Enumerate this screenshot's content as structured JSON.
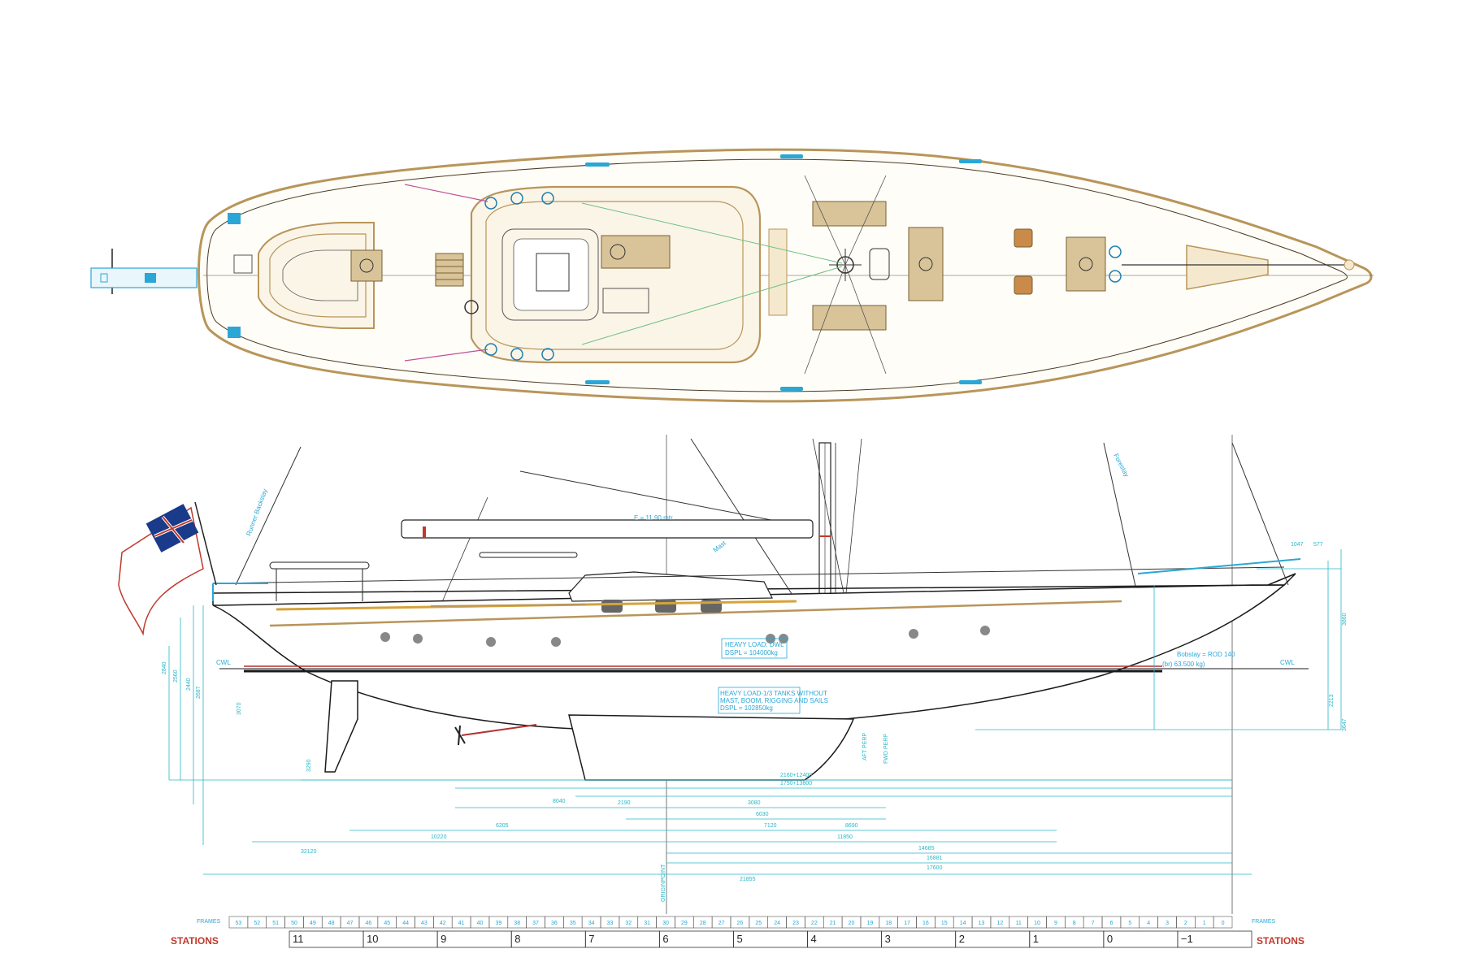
{
  "colors": {
    "hull_line": "#1a1a1a",
    "deck_trim": "#b8955a",
    "dimension": "#27b8c8",
    "annotation": "#2aa7d6",
    "station_label": "#c0392b",
    "waterline_red": "#b33030",
    "flag_red": "#c0392b",
    "flag_blue": "#1a3a8a"
  },
  "plan_view": {
    "deck_hardware_icons": [
      "winch-icon",
      "hatch-icon",
      "cleat-icon",
      "windlass-icon"
    ]
  },
  "profile_view": {
    "boom_label": "E = 11.90 mtr.",
    "cwl_left": "CWL",
    "cwl_right": "CWL",
    "inner_forestay": "Bobstay = ROD 140",
    "forestay_load": "(br) 63.500 kg)",
    "heavy_load_1a": "HEAVY LOAD: DWL",
    "heavy_load_1b": "DSPL = 104000kg",
    "heavy_load_2a": "HEAVY LOAD-1/3 TANKS WITHOUT",
    "heavy_load_2b": "MAST, BOOM, RIGGING AND SAILS",
    "heavy_load_2c": "DSPL = 102850kg",
    "backstay_label": "Runner Backstay",
    "forestay_label": "Forestay",
    "mast_label": "Mast",
    "dims_right": [
      "1047",
      "577"
    ],
    "dims_bottom": [
      "2190",
      "3080",
      "6030",
      "7120",
      "8690",
      "11850",
      "14685",
      "16881",
      "17600",
      "21855",
      "32120",
      "2160+12400",
      "1750+13800",
      "8040",
      "6205",
      "10220"
    ],
    "dims_left_vertical": [
      "2840",
      "2560",
      "2440",
      "2687",
      "3070",
      "3290"
    ],
    "dims_right_vertical": [
      "2213",
      "3860",
      "3647"
    ],
    "origin_label": "ORIGINPOINT",
    "aft_perp_label": "AFT PERP",
    "fwd_perp_label": "FWD PERP"
  },
  "scale": {
    "frames_left": "FRAMES",
    "frames_right": "FRAMES",
    "stations_left": "STATIONS",
    "stations_right": "STATIONS",
    "frames": [
      "53",
      "52",
      "51",
      "50",
      "49",
      "48",
      "47",
      "46",
      "45",
      "44",
      "43",
      "42",
      "41",
      "40",
      "39",
      "38",
      "37",
      "36",
      "35",
      "34",
      "33",
      "32",
      "31",
      "30",
      "29",
      "28",
      "27",
      "26",
      "25",
      "24",
      "23",
      "22",
      "21",
      "20",
      "19",
      "18",
      "17",
      "16",
      "15",
      "14",
      "13",
      "12",
      "11",
      "10",
      "9",
      "8",
      "7",
      "6",
      "5",
      "4",
      "3",
      "2",
      "1",
      "0"
    ],
    "stations": [
      "11",
      "10",
      "9",
      "8",
      "7",
      "6",
      "5",
      "4",
      "3",
      "2",
      "1",
      "0",
      "−1"
    ]
  }
}
